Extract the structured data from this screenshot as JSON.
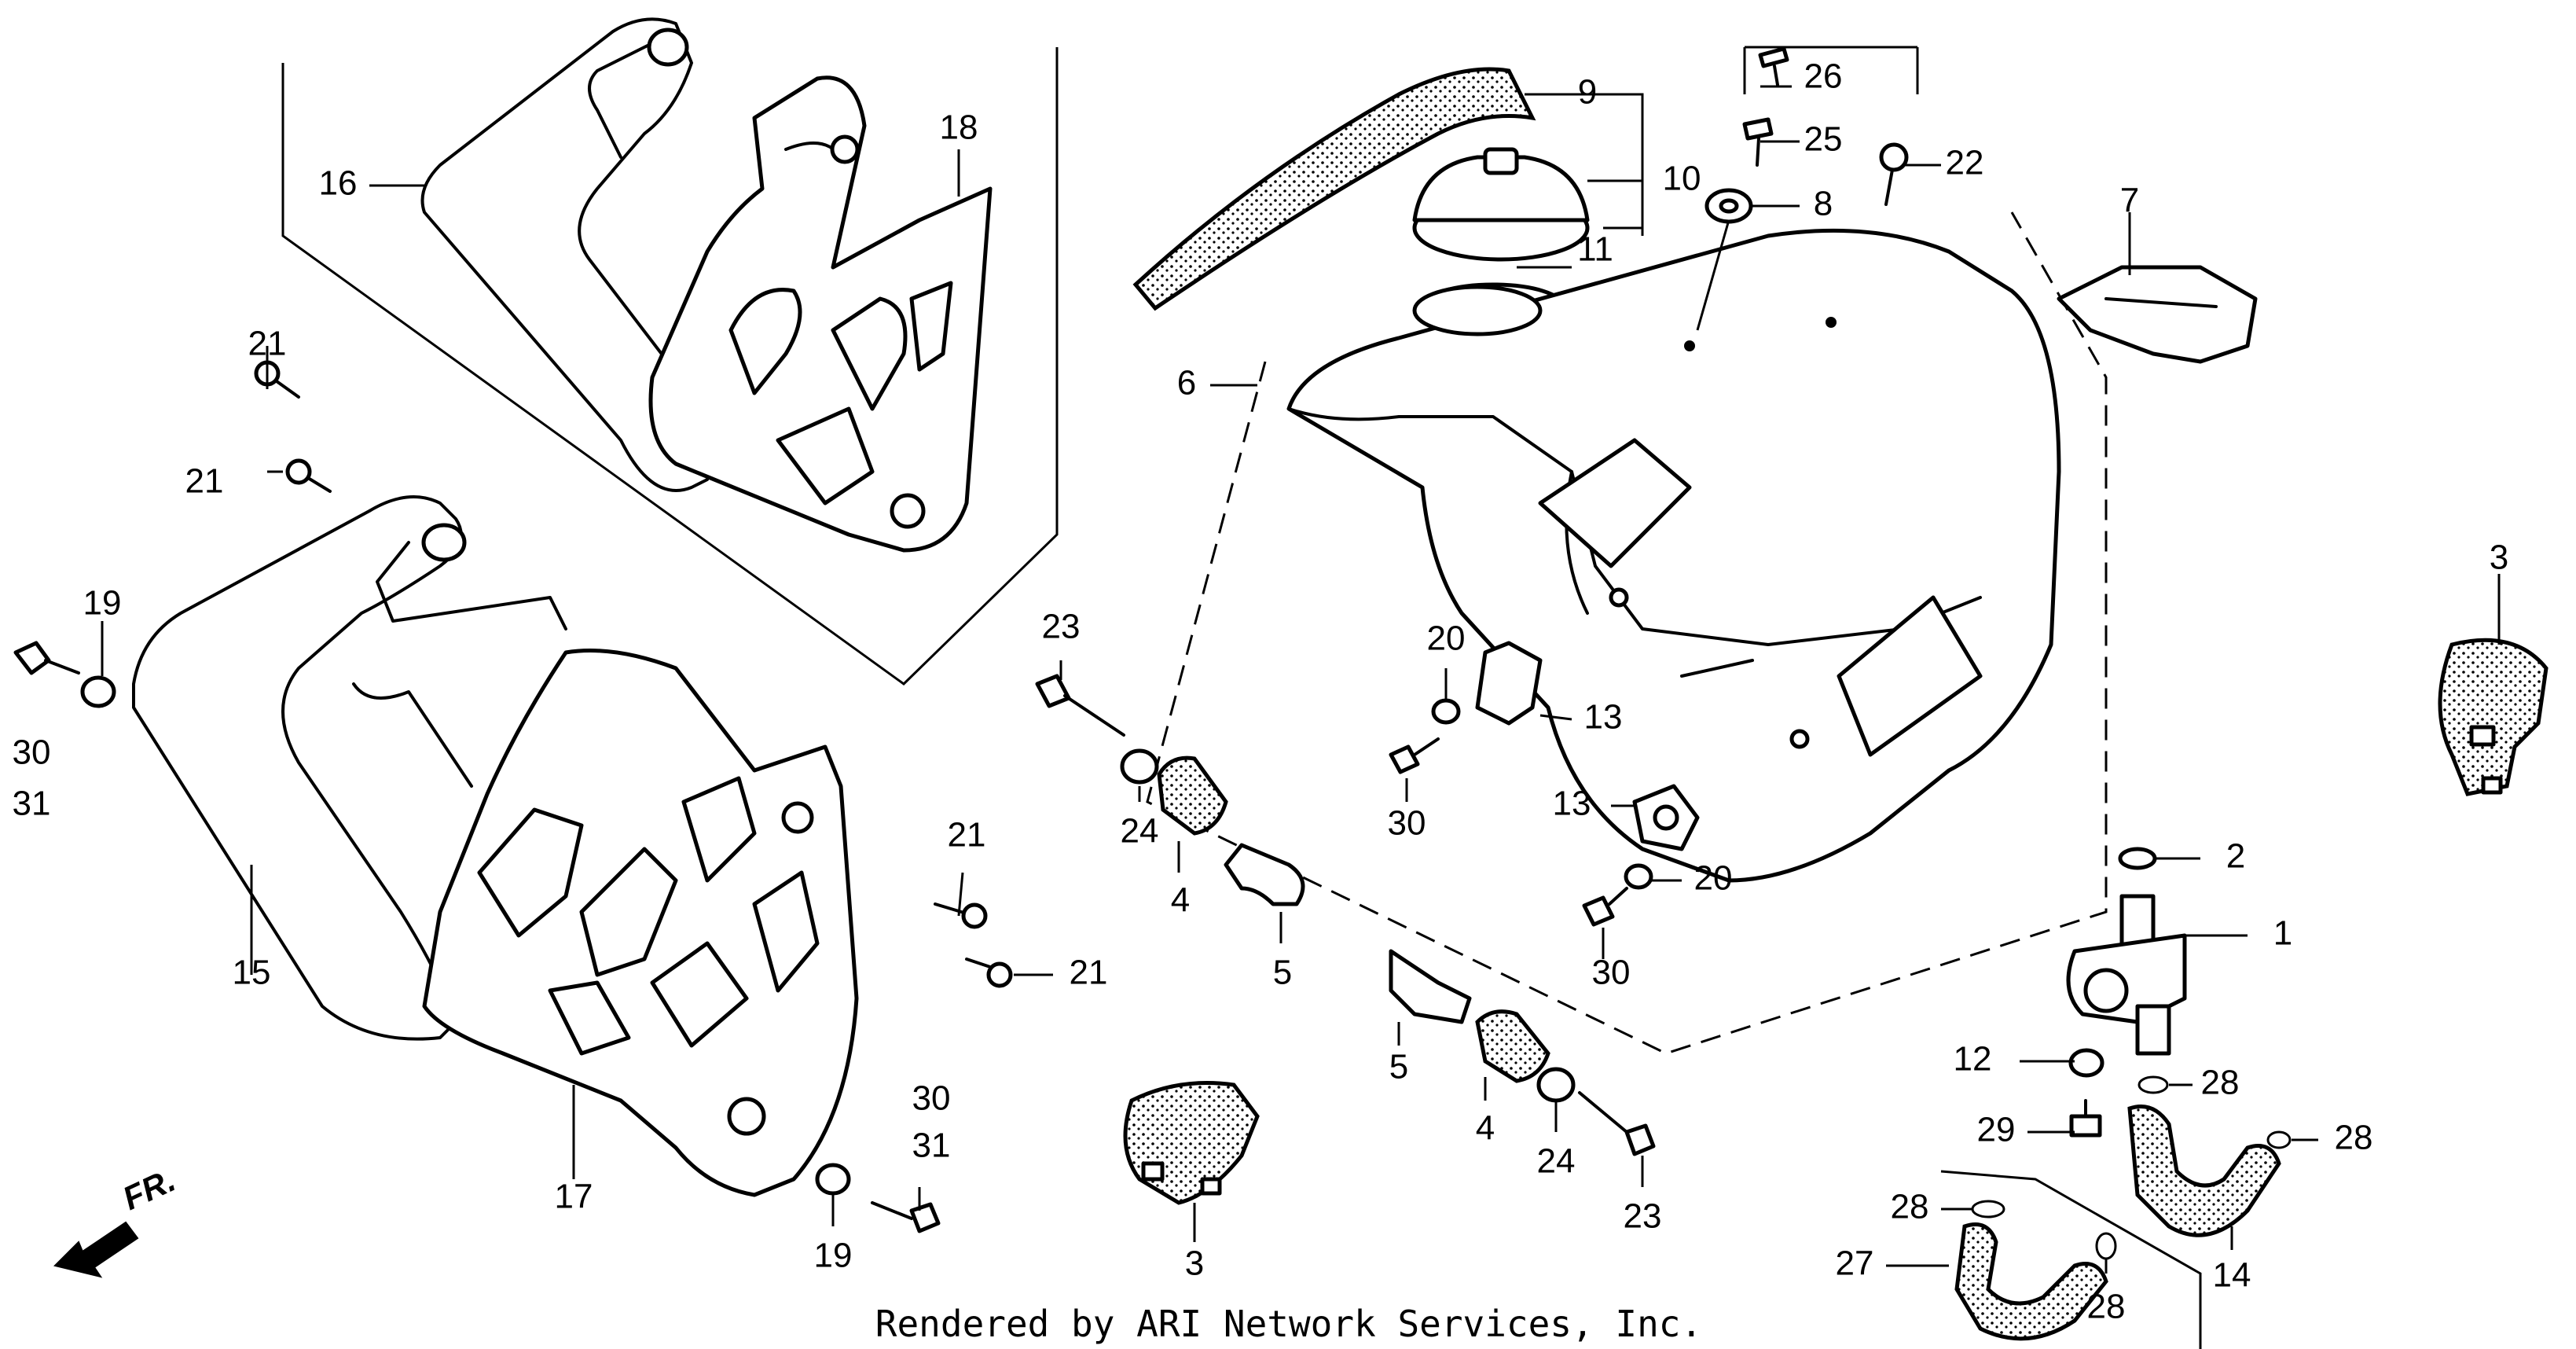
{
  "diagram": {
    "footer": "Rendered by ARI Network Services, Inc.",
    "direction_label": "FR.",
    "callouts": [
      {
        "id": "c1",
        "text": "1"
      },
      {
        "id": "c2",
        "text": "2"
      },
      {
        "id": "c3a",
        "text": "3"
      },
      {
        "id": "c3b",
        "text": "3"
      },
      {
        "id": "c4a",
        "text": "4"
      },
      {
        "id": "c4b",
        "text": "4"
      },
      {
        "id": "c5a",
        "text": "5"
      },
      {
        "id": "c5b",
        "text": "5"
      },
      {
        "id": "c6",
        "text": "6"
      },
      {
        "id": "c7",
        "text": "7"
      },
      {
        "id": "c8",
        "text": "8"
      },
      {
        "id": "c9",
        "text": "9"
      },
      {
        "id": "c10",
        "text": "10"
      },
      {
        "id": "c11",
        "text": "11"
      },
      {
        "id": "c12",
        "text": "12"
      },
      {
        "id": "c13a",
        "text": "13"
      },
      {
        "id": "c13b",
        "text": "13"
      },
      {
        "id": "c14",
        "text": "14"
      },
      {
        "id": "c15",
        "text": "15"
      },
      {
        "id": "c16",
        "text": "16"
      },
      {
        "id": "c17",
        "text": "17"
      },
      {
        "id": "c18",
        "text": "18"
      },
      {
        "id": "c19a",
        "text": "19"
      },
      {
        "id": "c19b",
        "text": "19"
      },
      {
        "id": "c20a",
        "text": "20"
      },
      {
        "id": "c20b",
        "text": "20"
      },
      {
        "id": "c21a",
        "text": "21"
      },
      {
        "id": "c21b",
        "text": "21"
      },
      {
        "id": "c21c",
        "text": "21"
      },
      {
        "id": "c21d",
        "text": "21"
      },
      {
        "id": "c22",
        "text": "22"
      },
      {
        "id": "c23a",
        "text": "23"
      },
      {
        "id": "c23b",
        "text": "23"
      },
      {
        "id": "c24a",
        "text": "24"
      },
      {
        "id": "c24b",
        "text": "24"
      },
      {
        "id": "c25",
        "text": "25"
      },
      {
        "id": "c26",
        "text": "26"
      },
      {
        "id": "c27",
        "text": "27"
      },
      {
        "id": "c28a",
        "text": "28"
      },
      {
        "id": "c28b",
        "text": "28"
      },
      {
        "id": "c28c",
        "text": "28"
      },
      {
        "id": "c28d",
        "text": "28"
      },
      {
        "id": "c29",
        "text": "29"
      },
      {
        "id": "c30a",
        "text": "30"
      },
      {
        "id": "c30b",
        "text": "30"
      },
      {
        "id": "c30c",
        "text": "30"
      },
      {
        "id": "c30d",
        "text": "30"
      },
      {
        "id": "c31a",
        "text": "31"
      },
      {
        "id": "c31b",
        "text": "31"
      }
    ]
  }
}
